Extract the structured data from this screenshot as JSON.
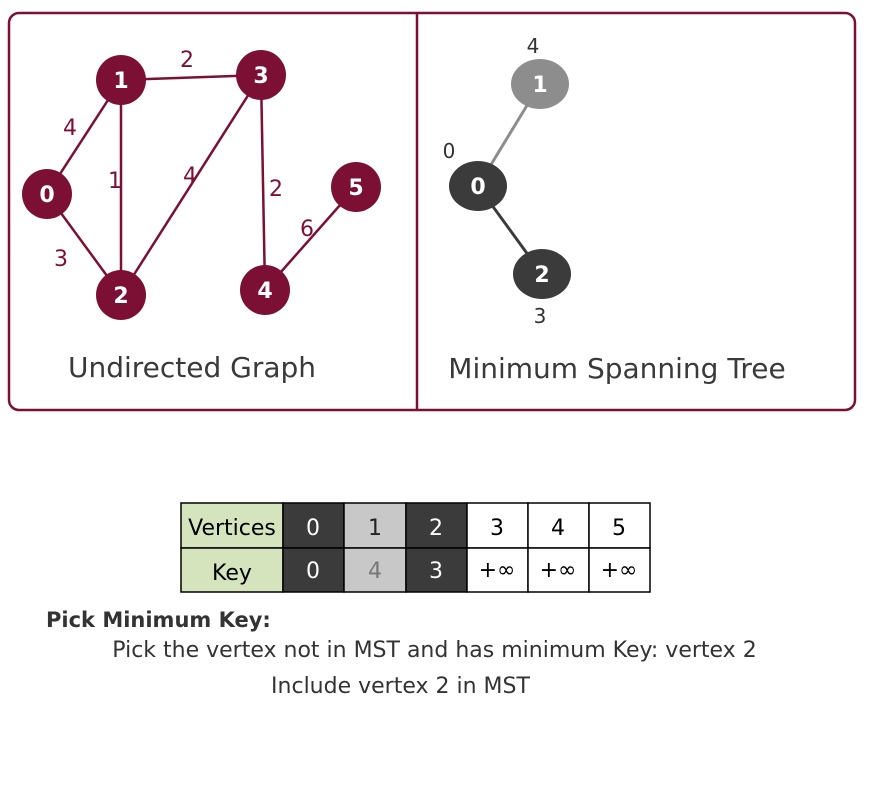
{
  "graph": {
    "label": "Undirected Graph",
    "nodes": [
      "0",
      "1",
      "2",
      "3",
      "4",
      "5"
    ],
    "edges": [
      {
        "from": "0",
        "to": "1",
        "weight": "4"
      },
      {
        "from": "1",
        "to": "3",
        "weight": "2"
      },
      {
        "from": "1",
        "to": "2",
        "weight": "1"
      },
      {
        "from": "0",
        "to": "2",
        "weight": "3"
      },
      {
        "from": "2",
        "to": "3",
        "weight": "4"
      },
      {
        "from": "3",
        "to": "4",
        "weight": "2"
      },
      {
        "from": "4",
        "to": "5",
        "weight": "6"
      }
    ]
  },
  "mst": {
    "label": "Minimum Spanning Tree",
    "nodes": [
      {
        "id": "1",
        "key": "4",
        "state": "candidate"
      },
      {
        "id": "0",
        "key": "0",
        "state": "included"
      },
      {
        "id": "2",
        "key": "3",
        "state": "included"
      }
    ]
  },
  "table": {
    "row1_header": "Vertices",
    "row2_header": "Key",
    "vertices": [
      "0",
      "1",
      "2",
      "3",
      "4",
      "5"
    ],
    "keys": [
      "0",
      "4",
      "3",
      "+∞",
      "+∞",
      "+∞"
    ]
  },
  "step": {
    "heading": "Pick Minimum Key:",
    "line1": "Pick the vertex not in MST and has minimum Key: vertex 2",
    "line2": "Include vertex 2 in MST"
  },
  "colors": {
    "graph_node": "#7b1034",
    "frame": "#7b1034",
    "included": "#3b3b3b",
    "candidate": "#8d8d8d",
    "candidate_cell": "#c8c8c8",
    "header_cell": "#d5e4bd"
  }
}
